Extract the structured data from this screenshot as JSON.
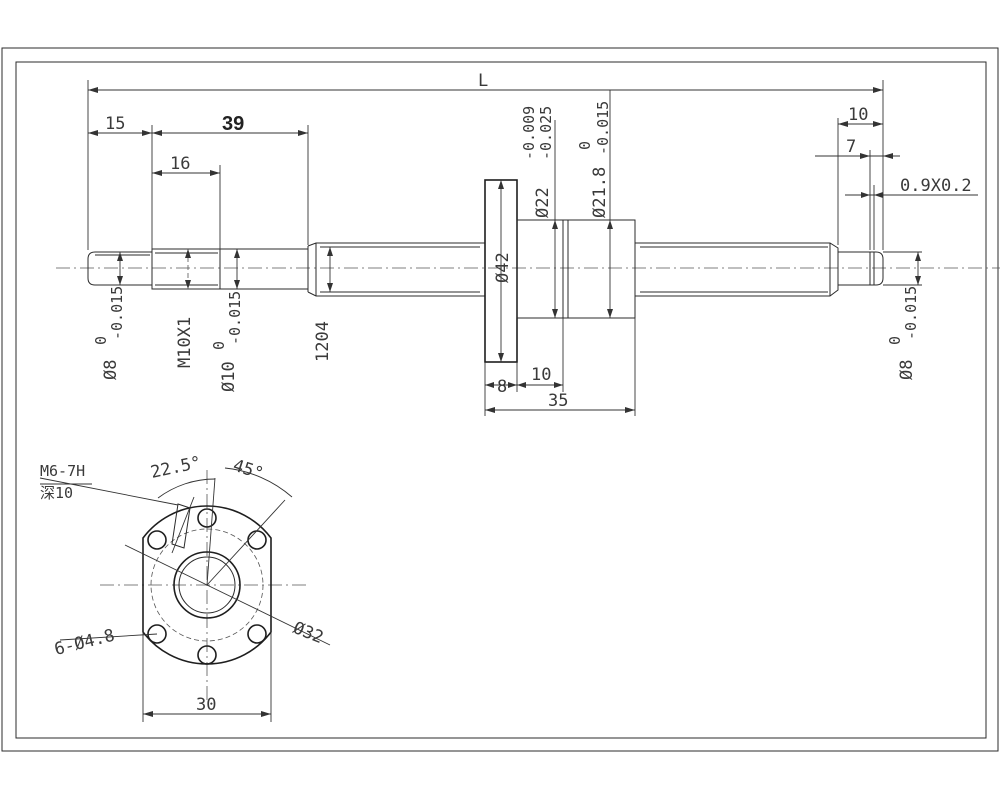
{
  "dims": {
    "L": "L",
    "d15": "15",
    "d39": "39",
    "d16": "16",
    "d10_top": "10",
    "d7": "7",
    "chamfer": "0.9X0.2",
    "phi22": "Ø22",
    "phi22_tol_hi": "-0.009",
    "phi22_tol_lo": "-0.025",
    "phi21_8": "Ø21.8",
    "phi21_8_tol_hi": "0",
    "phi21_8_tol_lo": "-0.015",
    "phi42": "Ø42",
    "phi8_left": "Ø8",
    "phi8_left_tol_hi": "0",
    "phi8_left_tol_lo": "-0.015",
    "m10": "M10X1",
    "phi10": "Ø10",
    "phi10_tol_hi": "0",
    "phi10_tol_lo": "-0.015",
    "len1204": "1204",
    "d8": "8",
    "d10_flange": "10",
    "d35": "35",
    "phi8_right": "Ø8",
    "phi8_right_tol_hi": "0",
    "phi8_right_tol_lo": "-0.015"
  },
  "flange": {
    "thread_note": "M6-7H",
    "depth_note": "深10",
    "angle1": "22.5°",
    "angle2": "45°",
    "phi32": "Ø32",
    "holes": "6-Ø4.8",
    "width30": "30"
  }
}
